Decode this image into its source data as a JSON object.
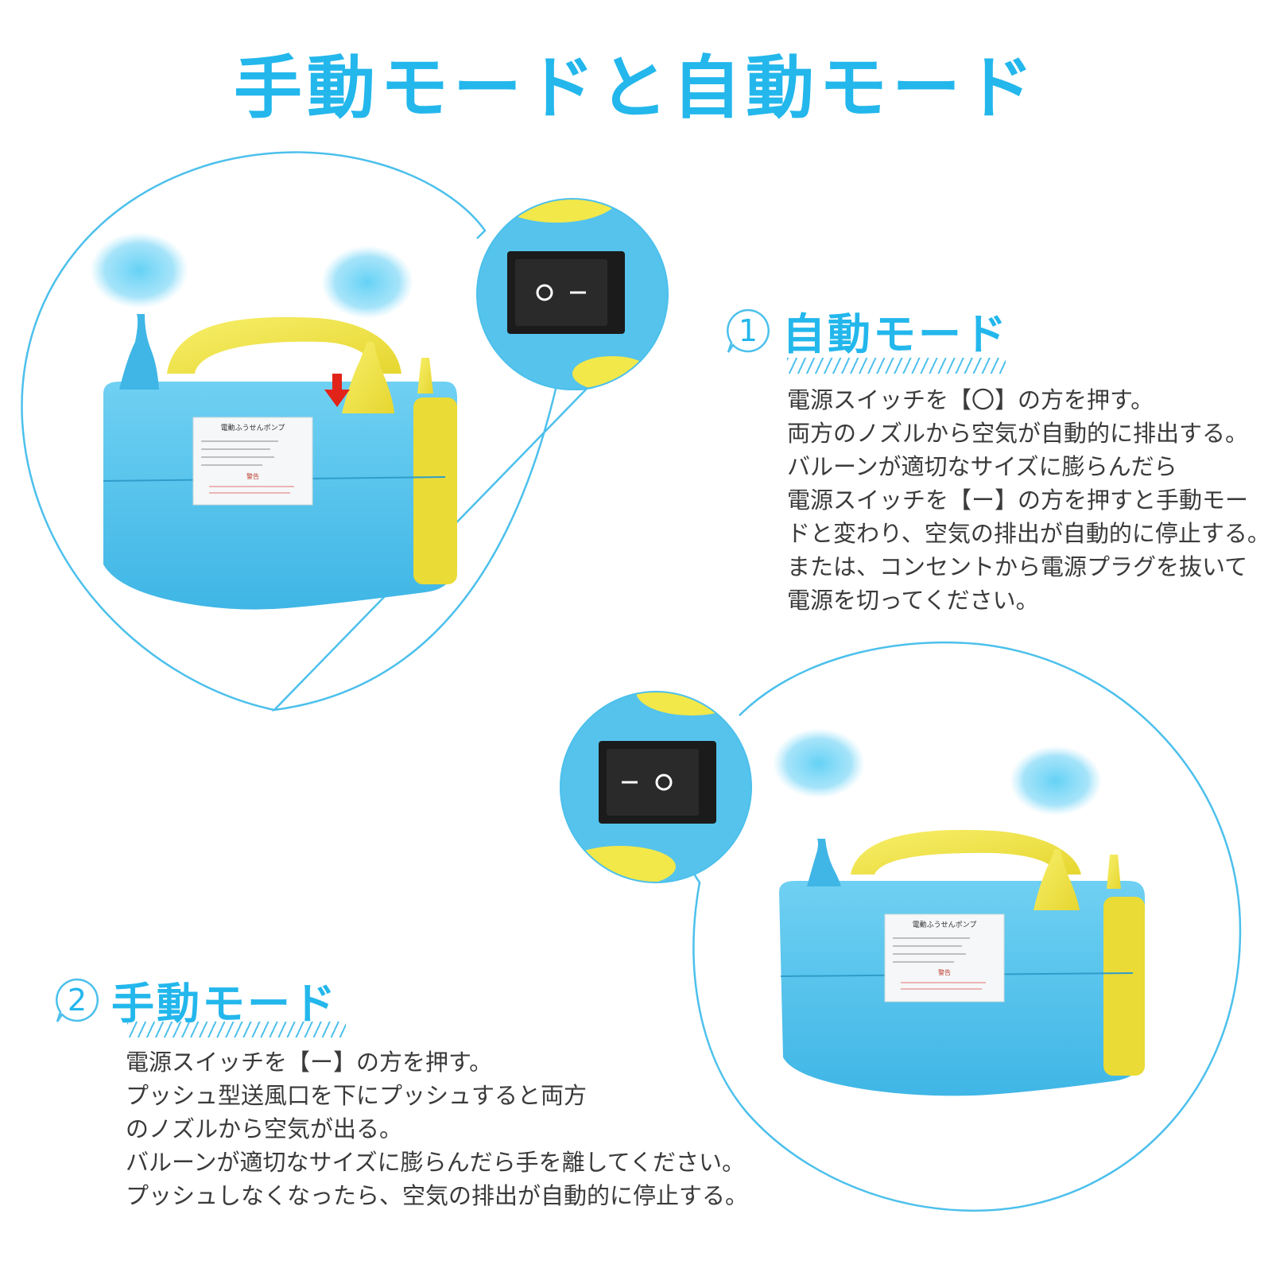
{
  "colors": {
    "accent": "#23b7ec",
    "pump_blue": "#5cc7ee",
    "pump_yellow": "#f2e84a",
    "switch_black": "#1b1b1b",
    "arrow_red": "#e2231a"
  },
  "title": "手動モードと自動モード",
  "sections": [
    {
      "number": "1",
      "title": "自動モード",
      "lines": [
        "電源スイッチを【〇】の方を押す。",
        "両方のノズルから空気が自動的に排出する。",
        "バルーンが適切なサイズに膨らんだら",
        "電源スイッチを【ー】の方を押すと手動モー",
        "ドと変わり、空気の排出が自動的に停止する。",
        "または、コンセントから電源プラグを抜いて",
        "電源を切ってください。"
      ]
    },
    {
      "number": "2",
      "title": "手動モード",
      "lines": [
        "電源スイッチを【ー】の方を押す。",
        "プッシュ型送風口を下にプッシュすると両方",
        "のノズルから空気が出る。",
        "バルーンが適切なサイズに膨らんだら手を離してください。",
        "プッシュしなくなったら、空気の排出が自動的に停止する。"
      ]
    }
  ],
  "label": {
    "heading": "電動ふうせんポンプ",
    "warning": "警告"
  }
}
